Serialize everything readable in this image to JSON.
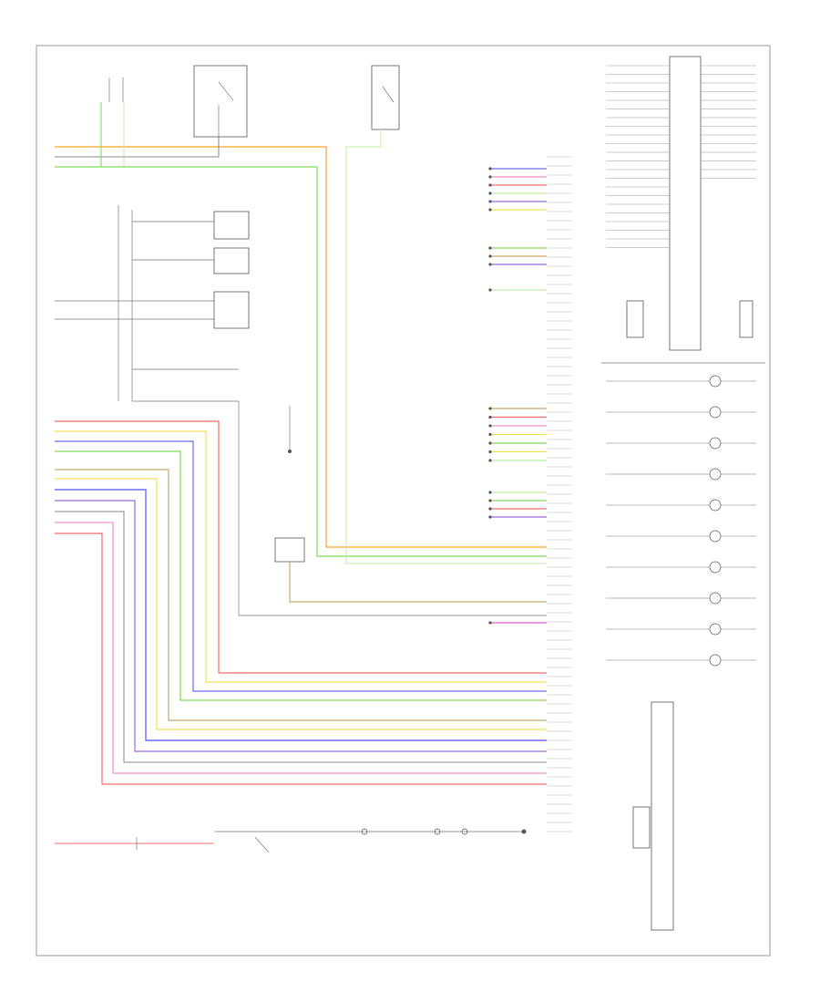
{
  "diagram": {
    "title": "",
    "footer_right": "",
    "footer_left": "",
    "colors": {
      "frame": "#9a9a9a",
      "orange": "#f5a623",
      "green": "#7ed957",
      "lightgreen": "#b9f0a0",
      "red": "#f26d6d",
      "yellow": "#f5e050",
      "blue": "#6b6bf5",
      "violet": "#9b6bd9",
      "pink": "#f28fd0",
      "tan": "#c9a66b",
      "gray": "#888888",
      "magenta": "#e05ad6"
    },
    "horizontal_bundle_top": [
      "orange",
      "gray",
      "green"
    ],
    "horizontal_bundle_mid": [
      "red",
      "yellow",
      "blue",
      "green"
    ],
    "horizontal_bundle_low": [
      "tan",
      "blue",
      "violet",
      "gray",
      "pink",
      "red"
    ]
  }
}
